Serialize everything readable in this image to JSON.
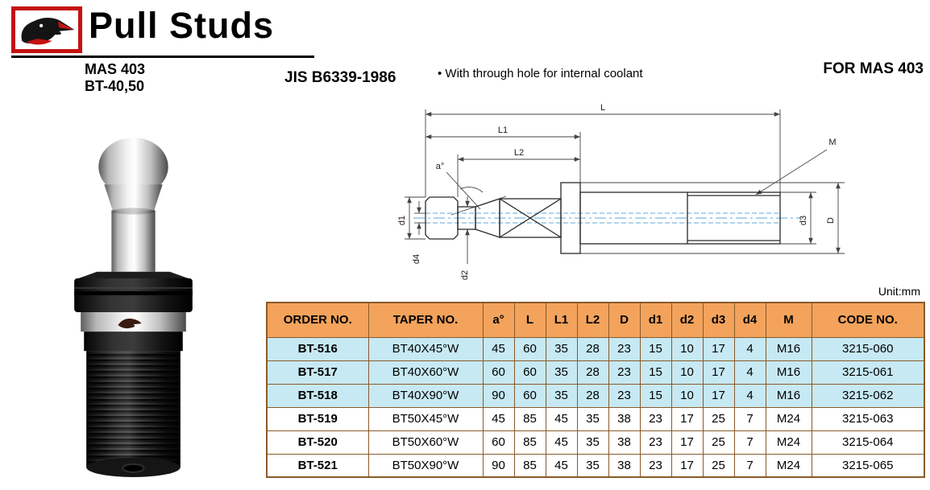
{
  "header": {
    "title": "Pull Studs"
  },
  "subheader": {
    "model_line1": "MAS 403",
    "model_line2": "BT-40,50",
    "standard": "JIS B6339-1986",
    "note": "• With through hole for internal coolant",
    "for_label": "FOR MAS 403"
  },
  "diagram": {
    "labels": {
      "L": "L",
      "L1": "L1",
      "L2": "L2",
      "a": "a°",
      "M": "M",
      "d1": "d1",
      "d2": "d2",
      "d3": "d3",
      "d4": "d4",
      "D": "D"
    }
  },
  "unit_label": "Unit:mm",
  "table": {
    "headers": [
      "ORDER NO.",
      "TAPER NO.",
      "a°",
      "L",
      "L1",
      "L2",
      "D",
      "d1",
      "d2",
      "d3",
      "d4",
      "M",
      "CODE NO."
    ],
    "rows": [
      {
        "cells": [
          "BT-516",
          "BT40X45°W",
          "45",
          "60",
          "35",
          "28",
          "23",
          "15",
          "10",
          "17",
          "4",
          "M16",
          "3215-060"
        ],
        "highlight": true
      },
      {
        "cells": [
          "BT-517",
          "BT40X60°W",
          "60",
          "60",
          "35",
          "28",
          "23",
          "15",
          "10",
          "17",
          "4",
          "M16",
          "3215-061"
        ],
        "highlight": true
      },
      {
        "cells": [
          "BT-518",
          "BT40X90°W",
          "90",
          "60",
          "35",
          "28",
          "23",
          "15",
          "10",
          "17",
          "4",
          "M16",
          "3215-062"
        ],
        "highlight": true
      },
      {
        "cells": [
          "BT-519",
          "BT50X45°W",
          "45",
          "85",
          "45",
          "35",
          "38",
          "23",
          "17",
          "25",
          "7",
          "M24",
          "3215-063"
        ],
        "highlight": false
      },
      {
        "cells": [
          "BT-520",
          "BT50X60°W",
          "60",
          "85",
          "45",
          "35",
          "38",
          "23",
          "17",
          "25",
          "7",
          "M24",
          "3215-064"
        ],
        "highlight": false
      },
      {
        "cells": [
          "BT-521",
          "BT50X90°W",
          "90",
          "85",
          "45",
          "35",
          "38",
          "23",
          "17",
          "25",
          "7",
          "M24",
          "3215-065"
        ],
        "highlight": false
      }
    ]
  },
  "colors": {
    "header_bg": "#F3A35C",
    "row_highlight": "#C7E9F3",
    "table_border": "#8A5A2A",
    "accent_red": "#C41212"
  }
}
